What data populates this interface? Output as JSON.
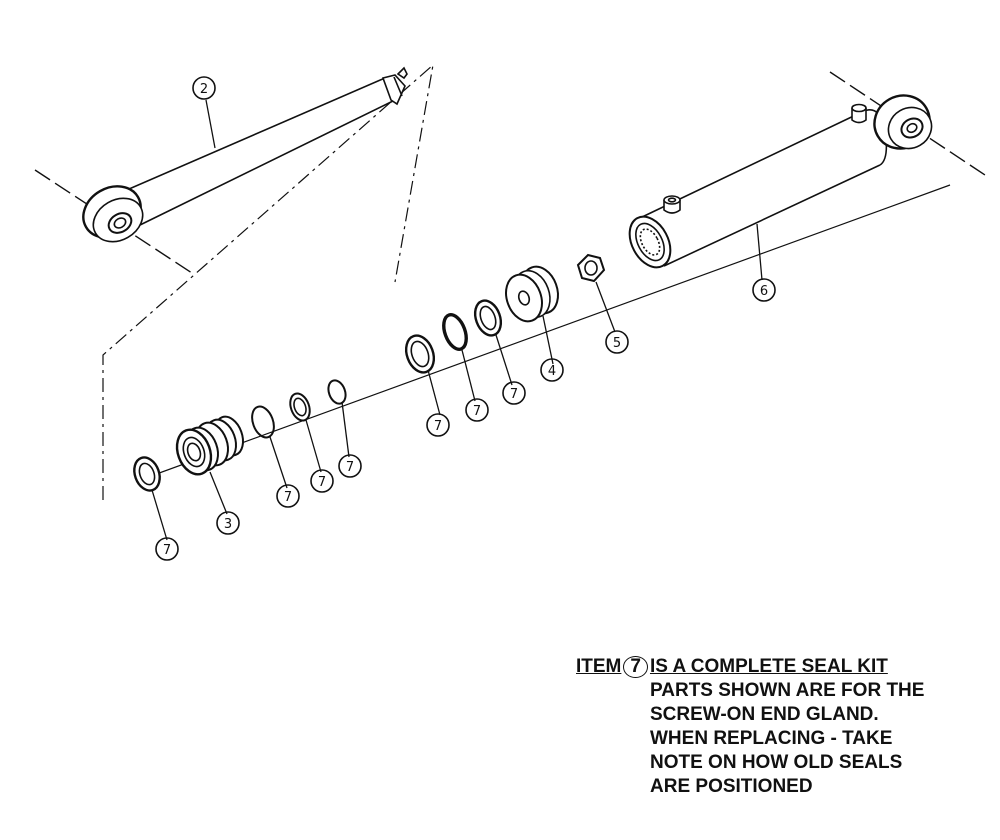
{
  "callouts": {
    "rod": "2",
    "gland": "3",
    "piston": "4",
    "nut": "5",
    "barrel": "6",
    "seal": "7"
  },
  "note": {
    "heading_prefix": "ITEM",
    "item_number": "7",
    "heading_suffix": "IS A COMPLETE SEAL KIT",
    "lines": [
      "PARTS SHOWN ARE FOR THE",
      "SCREW-ON END GLAND.",
      "WHEN REPLACING - TAKE",
      "NOTE ON HOW OLD SEALS",
      "ARE POSITIONED"
    ]
  }
}
